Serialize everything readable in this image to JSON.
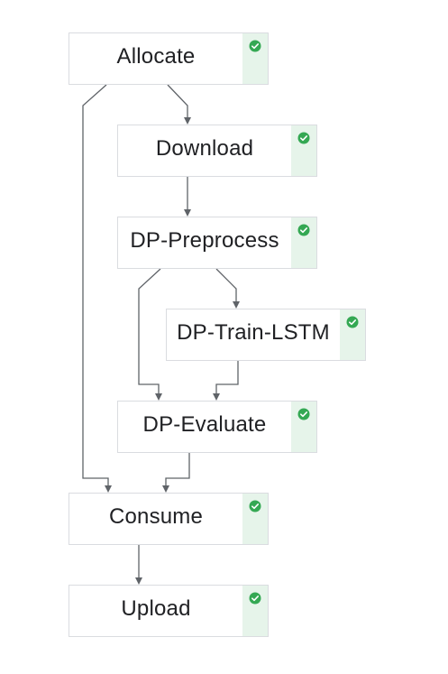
{
  "colors": {
    "success": "#34a853",
    "status_bg": "#e6f4ea",
    "edge": "#5f6368",
    "border": "#dadce0"
  },
  "nodes": [
    {
      "id": "allocate",
      "label": "Allocate",
      "status": "succeeded",
      "icon": "check-circle-icon"
    },
    {
      "id": "download",
      "label": "Download",
      "status": "succeeded",
      "icon": "check-circle-icon"
    },
    {
      "id": "dp-preprocess",
      "label": "DP-Preprocess",
      "status": "succeeded",
      "icon": "check-circle-icon"
    },
    {
      "id": "dp-train-lstm",
      "label": "DP-Train-LSTM",
      "status": "succeeded",
      "icon": "check-circle-icon"
    },
    {
      "id": "dp-evaluate",
      "label": "DP-Evaluate",
      "status": "succeeded",
      "icon": "check-circle-icon"
    },
    {
      "id": "consume",
      "label": "Consume",
      "status": "succeeded",
      "icon": "check-circle-icon"
    },
    {
      "id": "upload",
      "label": "Upload",
      "status": "succeeded",
      "icon": "check-circle-icon"
    }
  ],
  "edges": [
    {
      "from": "allocate",
      "to": "download"
    },
    {
      "from": "allocate",
      "to": "consume"
    },
    {
      "from": "download",
      "to": "dp-preprocess"
    },
    {
      "from": "dp-preprocess",
      "to": "dp-train-lstm"
    },
    {
      "from": "dp-preprocess",
      "to": "dp-evaluate"
    },
    {
      "from": "dp-train-lstm",
      "to": "dp-evaluate"
    },
    {
      "from": "dp-evaluate",
      "to": "consume"
    },
    {
      "from": "consume",
      "to": "upload"
    }
  ]
}
